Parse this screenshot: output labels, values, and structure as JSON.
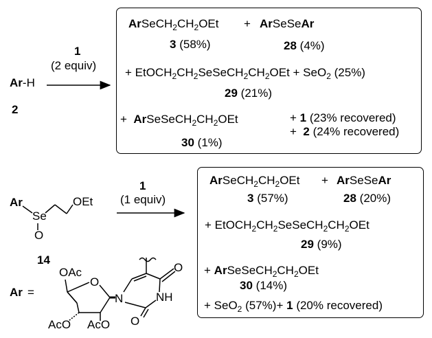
{
  "reaction1": {
    "start": {
      "ar": "Ar",
      "h": "-H",
      "num": "2"
    },
    "reagent": {
      "num": "1",
      "equiv": "(2 equiv)"
    },
    "products": {
      "p3_ar": "Ar",
      "p3_rest": "SeCH",
      "p3_rest2": "CH",
      "p3_rest3": "OEt",
      "p3_num": "3",
      "p3_yield": "(58%)",
      "plus1": "+",
      "p28_ar1": "Ar",
      "p28_mid": "SeSe",
      "p28_ar2": "Ar",
      "p28_num": "28",
      "p28_yield": "(4%)",
      "line2_plus": "+ EtOCH",
      "line2_a": "CH",
      "line2_b": "SeSeCH",
      "line2_c": "CH",
      "line2_d": "OEt + SeO",
      "line2_yield": "(25%)",
      "p29_num": "29",
      "p29_yield": "(21%)",
      "line3_plus": "+",
      "p30_ar": "Ar",
      "p30_rest": "SeSeCH",
      "p30_rest2": "CH",
      "p30_rest3": "OEt",
      "rec1_plus": "+",
      "rec1_num": "1",
      "rec1_text": "(23% recovered)",
      "rec2_plus": "+",
      "rec2_num": "2",
      "rec2_text": "(24% recovered)",
      "p30_num": "30",
      "p30_yield": "(1%)"
    }
  },
  "reaction2": {
    "start": {
      "ar": "Ar",
      "se": "Se",
      "o": "O",
      "oet": "OEt",
      "num": "14"
    },
    "reagent": {
      "num": "1",
      "equiv": "(1 equiv)"
    },
    "products": {
      "p3_ar": "Ar",
      "p3_rest": "SeCH",
      "p3_rest2": "CH",
      "p3_rest3": "OEt",
      "plus1": "+",
      "p28_ar1": "Ar",
      "p28_mid": "SeSe",
      "p28_ar2": "Ar",
      "p3_num": "3",
      "p3_yield": "(57%)",
      "p28_num": "28",
      "p28_yield": "(20%)",
      "line2_plus": "+ EtOCH",
      "line2_a": "CH",
      "line2_b": "SeSeCH",
      "line2_c": "CH",
      "line2_d": "OEt",
      "p29_num": "29",
      "p29_yield": "(9%)",
      "line4_plus": "+",
      "p30_ar": "Ar",
      "p30_rest": "SeSeCH",
      "p30_rest2": "CH",
      "p30_rest3": "OEt",
      "p30_num": "30",
      "p30_yield": "(14%)",
      "last_plus": "+ SeO",
      "last_yield": "(57%)+",
      "last_num": "1",
      "last_text": "(20% recovered)"
    }
  },
  "ar_definition": {
    "ar": "Ar",
    "eq": "=",
    "oac": "OAc",
    "o_ring": "O",
    "n1": "N",
    "nh": "NH",
    "o_top": "O",
    "o_bottom": "O",
    "aco1": "AcO",
    "aco2": "AcO"
  },
  "sub2": "2"
}
